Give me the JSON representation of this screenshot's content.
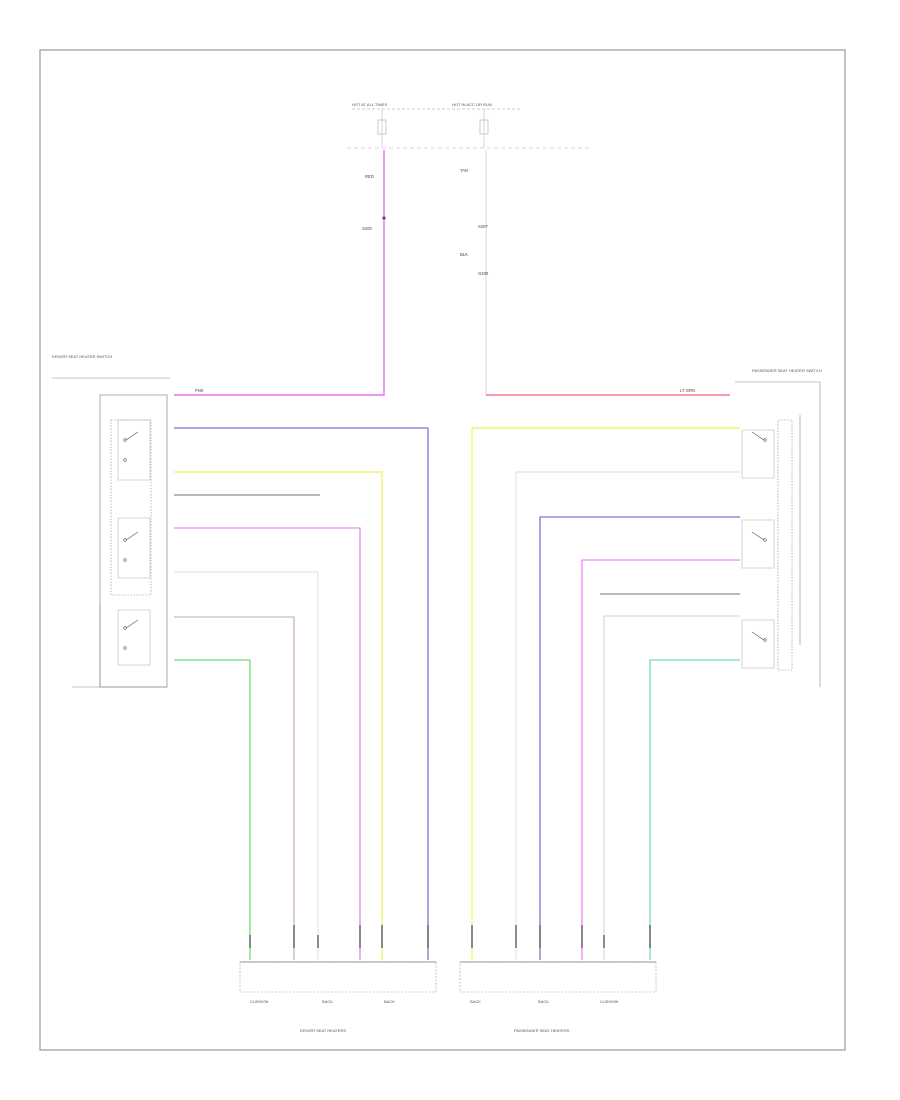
{
  "top_note": "",
  "fuses": [
    {
      "label": "HOT AT ALL TIMES"
    },
    {
      "label": "HOT IN ACC OR RUN"
    }
  ],
  "sheet_id": "",
  "wires": {
    "driver_feed": "PNK",
    "pass_feed": "LT GRN"
  },
  "driver_switch": {
    "label": "DRIVER SEAT HEATER SWITCH"
  },
  "passenger_switch": {
    "label": "PASSENGER SEAT HEATER SWITCH"
  },
  "heaters_left": [
    "CUSHION",
    "BACK",
    "BACK"
  ],
  "heaters_right": [
    "BACK",
    "BACK",
    "CUSHION"
  ],
  "module_left": "DRIVER SEAT HEATERS",
  "module_right": "PASSENGER SEAT HEATERS",
  "colors": {
    "pink": "#e86ef0",
    "red": "#f07a8c",
    "yellow": "#f4f46c",
    "blue": "#7878dc",
    "green": "#6edc6e",
    "gray": "#b4b4b4",
    "lightblue": "#78b4dc"
  }
}
